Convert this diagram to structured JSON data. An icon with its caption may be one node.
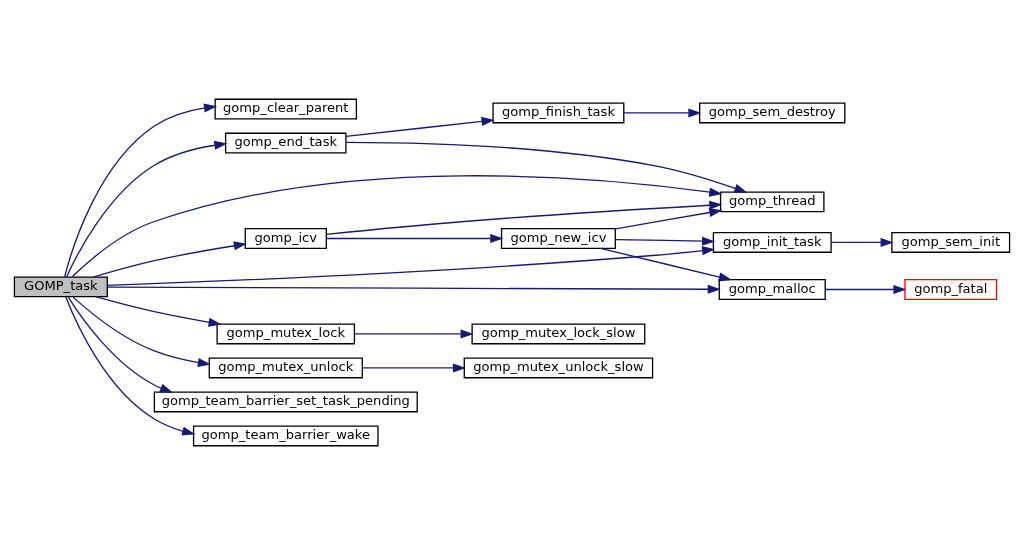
{
  "diagram": {
    "nodes": [
      {
        "text": [
          "GOMP_task"
        ]
      },
      {
        "text": [
          "gomp_clear_parent"
        ]
      },
      {
        "text": [
          "gomp_end_task"
        ]
      },
      {
        "text": [
          "gomp_finish_task"
        ]
      },
      {
        "text": [
          "gomp_sem_destroy"
        ]
      },
      {
        "text": [
          "gomp_thread"
        ]
      },
      {
        "text": [
          "gomp_icv"
        ]
      },
      {
        "text": [
          "gomp_new_icv"
        ]
      },
      {
        "text": [
          "gomp_init_task"
        ]
      },
      {
        "text": [
          "gomp_sem_init"
        ]
      },
      {
        "text": [
          "gomp_malloc"
        ]
      },
      {
        "text": [
          "gomp_fatal"
        ]
      },
      {
        "text": [
          "gomp_mutex_lock"
        ]
      },
      {
        "text": [
          "gomp_mutex_lock_slow"
        ]
      },
      {
        "text": [
          "gomp_mutex_unlock"
        ]
      },
      {
        "text": [
          "gomp_mutex_unlock_slow"
        ]
      },
      {
        "text": [
          "gomp_team_barrier_set_task_pending"
        ]
      },
      {
        "text": [
          "gomp_team_barrier_wake"
        ]
      }
    ],
    "edges": [
      {
        "from": 0,
        "to": 1,
        "arrow": "to"
      },
      {
        "from": 0,
        "to": 2,
        "arrow": "to"
      },
      {
        "from": 2,
        "to": 3,
        "arrow": "to"
      },
      {
        "from": 3,
        "to": 4,
        "arrow": "to"
      },
      {
        "from": 2,
        "to": 5,
        "arrow": "to"
      },
      {
        "from": 0,
        "to": 5,
        "arrow": "to"
      },
      {
        "from": 0,
        "to": 6,
        "arrow": "to"
      },
      {
        "from": 6,
        "to": 5,
        "arrow": "to"
      },
      {
        "from": 6,
        "to": 7,
        "arrow": "to"
      },
      {
        "from": 7,
        "to": 5,
        "arrow": "to"
      },
      {
        "from": 7,
        "to": 8,
        "arrow": "to"
      },
      {
        "from": 7,
        "to": 10,
        "arrow": "to"
      },
      {
        "from": 0,
        "to": 8,
        "arrow": "to"
      },
      {
        "from": 8,
        "to": 9,
        "arrow": "to"
      },
      {
        "from": 0,
        "to": 10,
        "arrow": "to"
      },
      {
        "from": 10,
        "to": 11,
        "arrow": "to"
      },
      {
        "from": 0,
        "to": 12,
        "arrow": "to"
      },
      {
        "from": 12,
        "to": 13,
        "arrow": "to"
      },
      {
        "from": 0,
        "to": 14,
        "arrow": "to"
      },
      {
        "from": 14,
        "to": 15,
        "arrow": "to"
      },
      {
        "from": 0,
        "to": 16,
        "arrow": "to"
      },
      {
        "from": 0,
        "to": 17,
        "arrow": "to"
      }
    ]
  }
}
